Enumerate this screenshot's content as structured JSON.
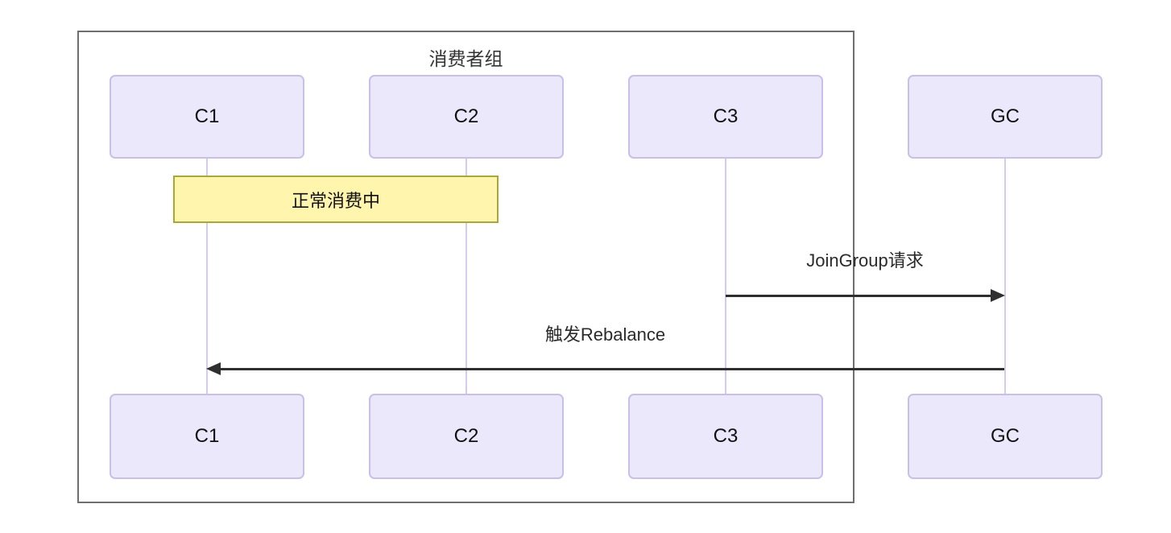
{
  "diagram": {
    "type": "sequence",
    "frame_title": "消费者组"
  },
  "actors": [
    {
      "id": "C1",
      "label": "C1"
    },
    {
      "id": "C2",
      "label": "C2"
    },
    {
      "id": "C3",
      "label": "C3"
    },
    {
      "id": "GC",
      "label": "GC"
    }
  ],
  "note": {
    "text": "正常消费中",
    "over": "C1,C2"
  },
  "messages": [
    {
      "from": "C3",
      "to": "GC",
      "label": "JoinGroup请求",
      "direction": "right"
    },
    {
      "from": "GC",
      "to": "C1",
      "label": "触发Rebalance",
      "direction": "left"
    }
  ],
  "colors": {
    "actor_fill": "#eae8fa",
    "actor_border": "#c9bfe8",
    "lifeline": "#d6cbea",
    "note_fill": "#fff5ad",
    "note_border": "#a8a832",
    "frame_border": "#6e6e6e",
    "arrow": "#2f2f2f",
    "background": "#ffffff"
  }
}
